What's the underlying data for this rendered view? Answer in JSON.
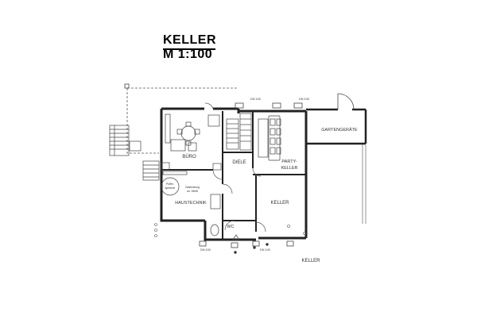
{
  "header": {
    "title": "KELLER",
    "scale": "M 1:100"
  },
  "rooms": {
    "buero": "BÜRO",
    "diele": "DIELE",
    "party_keller_line1": "PARTY-",
    "party_keller_line2": "KELLER",
    "keller": "KELLER",
    "gartengeraete": "GARTENGERÄTE",
    "haustechnik": "HAUSTECHNIK",
    "wc": "WC",
    "keller_outside": "KELLER"
  },
  "annotations": {
    "dn100_top": "DN 100",
    "dn100_right": "DN 100",
    "dn100_bottom_left": "DN 100",
    "dn100_bottom_mid": "DN 100",
    "speicher_line1": "Puffer-",
    "speicher_line2": "speicher",
    "kessel_line1": "Gasheizung",
    "kessel_line2": "ca. 15kW"
  },
  "colors": {
    "wall": "#222222",
    "line": "#444444",
    "text": "#333333"
  }
}
